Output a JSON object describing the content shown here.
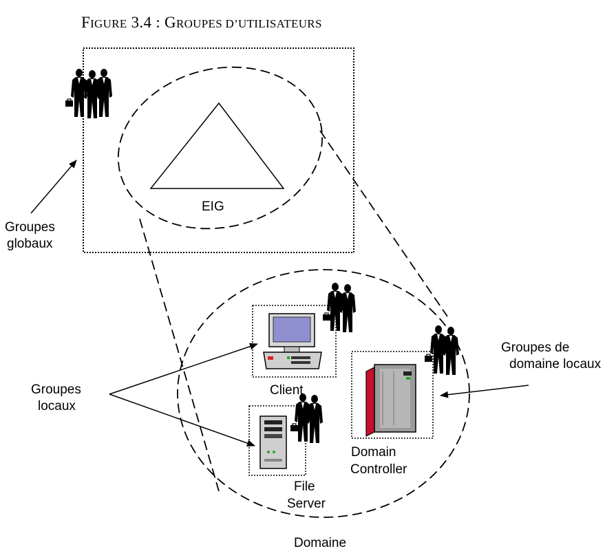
{
  "title": {
    "prefix_cap": "F",
    "prefix_rest": "IGURE",
    "number": " 3.4 : ",
    "word_cap": "G",
    "word_rest": "ROUPES D’UTILISATEURS"
  },
  "labels": {
    "eig": "EIG",
    "groupes_globaux_line1": "Groupes",
    "groupes_globaux_line2": "globaux",
    "groupes_locaux_line1": "Groupes",
    "groupes_locaux_line2": "locaux",
    "groupes_domaine_line1": "Groupes de",
    "groupes_domaine_line2": "domaine locaux",
    "client": "Client",
    "domain_controller_line1": "Domain",
    "domain_controller_line2": "Controller",
    "file_server_line1": "File",
    "file_server_line2": "Server",
    "domaine": "Domaine"
  },
  "icons": {
    "people": "business-people-icon",
    "client": "desktop-computer-icon",
    "file_server": "tower-server-icon",
    "domain_controller": "rack-server-icon"
  }
}
